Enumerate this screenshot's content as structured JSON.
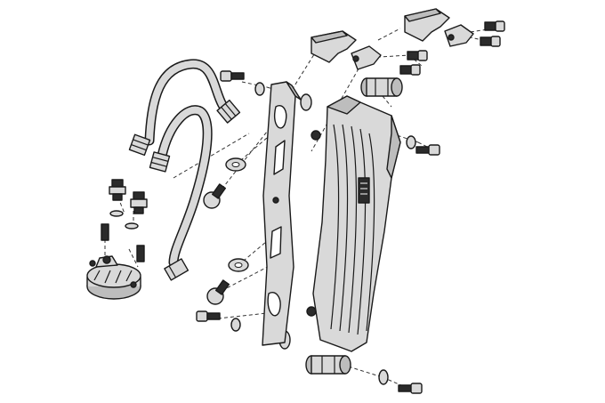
{
  "diagram": {
    "kind": "exploded-parts-view",
    "colors": {
      "background": "#ffffff",
      "part_fill": "#d9d9d9",
      "part_fill_dark": "#bdbdbd",
      "bolt_fill": "#2b2b2b",
      "outline": "#1a1a1a",
      "leader_line": "#333333"
    },
    "parts": [
      "oil-cooler-radiator",
      "mounting-bracket-plate",
      "upper-mount-clamp-left",
      "upper-mount-clamp-right",
      "rubber-bushing-upper",
      "rubber-bushing-lower",
      "oil-line-hose-upper",
      "oil-line-hose-lower",
      "oil-filter-adapter-housing",
      "hose-fitting-left",
      "hose-fitting-right"
    ]
  }
}
